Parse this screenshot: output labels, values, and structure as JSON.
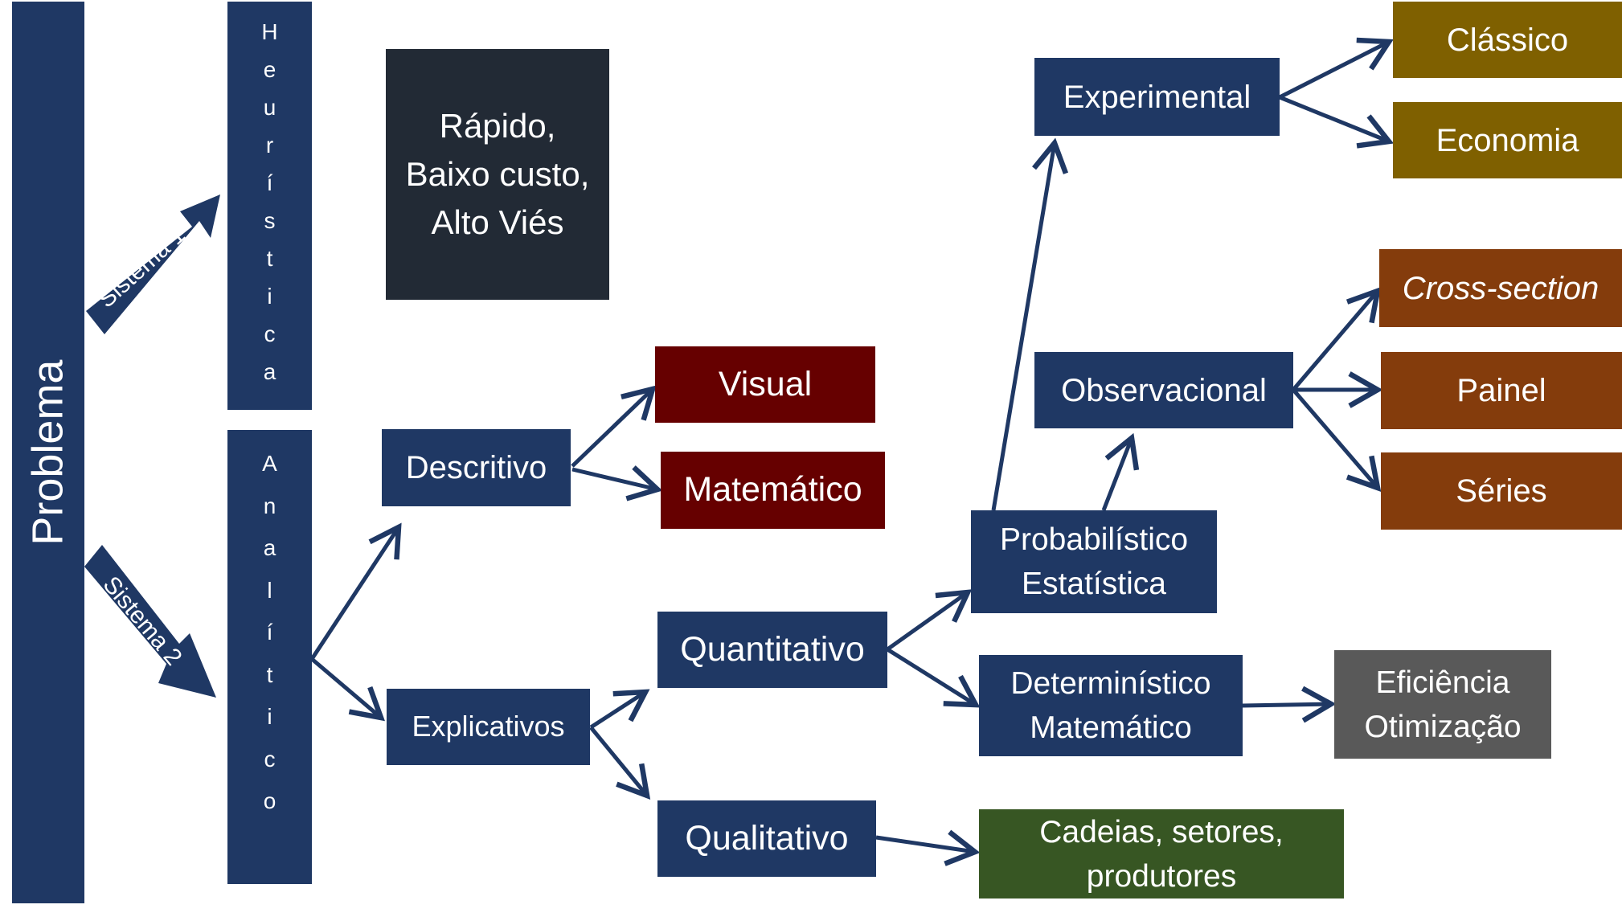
{
  "diagram": {
    "problema": "Problema",
    "heuristica": "Heurística",
    "analitico": "Analítico",
    "sistema1": "Sistema 1",
    "sistema2": "Sistema 2",
    "rapido": "Rápido,\nBaixo custo,\nAlto Viés",
    "descritivo": "Descritivo",
    "visual": "Visual",
    "matematico": "Matemático",
    "explicativos": "Explicativos",
    "quantitativo": "Quantitativo",
    "qualitativo": "Qualitativo",
    "cadeias": "Cadeias, setores,\nprodutores",
    "probabilistico": "Probabilístico\nEstatística",
    "deterministico": "Determinístico\nMatemático",
    "eficiencia": "Eficiência\nOtimização",
    "experimental": "Experimental",
    "observacional": "Observacional",
    "classico": "Clássico",
    "economia": "Economia",
    "cross_section": "Cross-section",
    "painel": "Painel",
    "series": "Séries"
  },
  "colors": {
    "navy": "#1f3864",
    "dark": "#222a35",
    "maroon": "#660000",
    "olive": "#7f6000",
    "rust": "#843c0c",
    "gray": "#595959",
    "green": "#375623"
  }
}
